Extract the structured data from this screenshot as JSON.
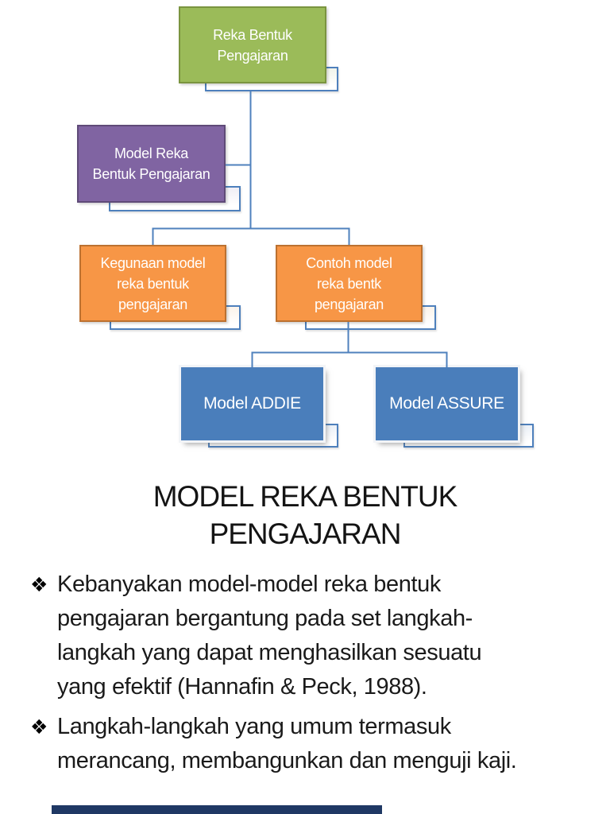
{
  "slide": {
    "title_lines": [
      "MODEL REKA BENTUK",
      "PENGAJARAN"
    ],
    "bullet_marker": "❖",
    "bullets": [
      {
        "lines": [
          "Kebanyakan model-model reka bentuk",
          "pengajaran bergantung pada set langkah-",
          "langkah yang dapat menghasilkan sesuatu",
          "yang efektif (Hannafin & Peck, 1988)."
        ]
      },
      {
        "lines": [
          "Langkah-langkah yang umum termasuk",
          "merancang, membangunkan dan menguji kaji."
        ]
      }
    ]
  },
  "diagram": {
    "connector_color": "#4F81BD",
    "nodes": {
      "root": {
        "lines": [
          "Reka Bentuk",
          "Pengajaran"
        ],
        "fill": "#9BBB59",
        "border": "#7A943F"
      },
      "model": {
        "lines": [
          "Model Reka",
          "Bentuk Pengajaran"
        ],
        "fill": "#8064A2",
        "border": "#5F4A78"
      },
      "kegunaan": {
        "lines": [
          "Kegunaan model",
          "reka bentuk",
          "pengajaran"
        ],
        "fill": "#F79646",
        "border": "#BC7130"
      },
      "contoh": {
        "lines": [
          "Contoh model",
          "reka bentk",
          "pengajaran"
        ],
        "fill": "#F79646",
        "border": "#BC7130"
      },
      "addie": {
        "lines": [
          "Model ADDIE"
        ],
        "fill": "#4A7EBB",
        "border": "#4A7EBB"
      },
      "assure": {
        "lines": [
          "Model ASSURE"
        ],
        "fill": "#4A7EBB",
        "border": "#4A7EBB"
      }
    }
  },
  "footer": {
    "bar_color": "#1F3864"
  }
}
